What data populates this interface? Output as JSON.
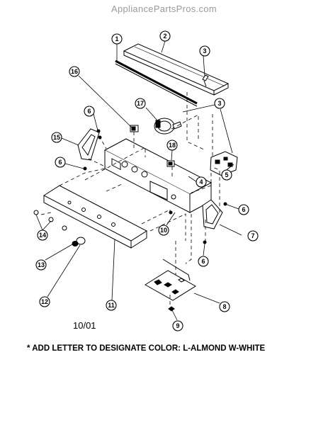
{
  "watermark": "AppliancePartsPros.com",
  "callouts": [
    "1",
    "2",
    "3",
    "3",
    "16",
    "17",
    "6",
    "15",
    "18",
    "6",
    "5",
    "4",
    "6",
    "10",
    "7",
    "14",
    "13",
    "12",
    "11",
    "6",
    "8",
    "9"
  ],
  "date_code": "10/01",
  "footnote": "* ADD LETTER TO DESIGNATE COLOR: L-ALMOND  W-WHITE"
}
